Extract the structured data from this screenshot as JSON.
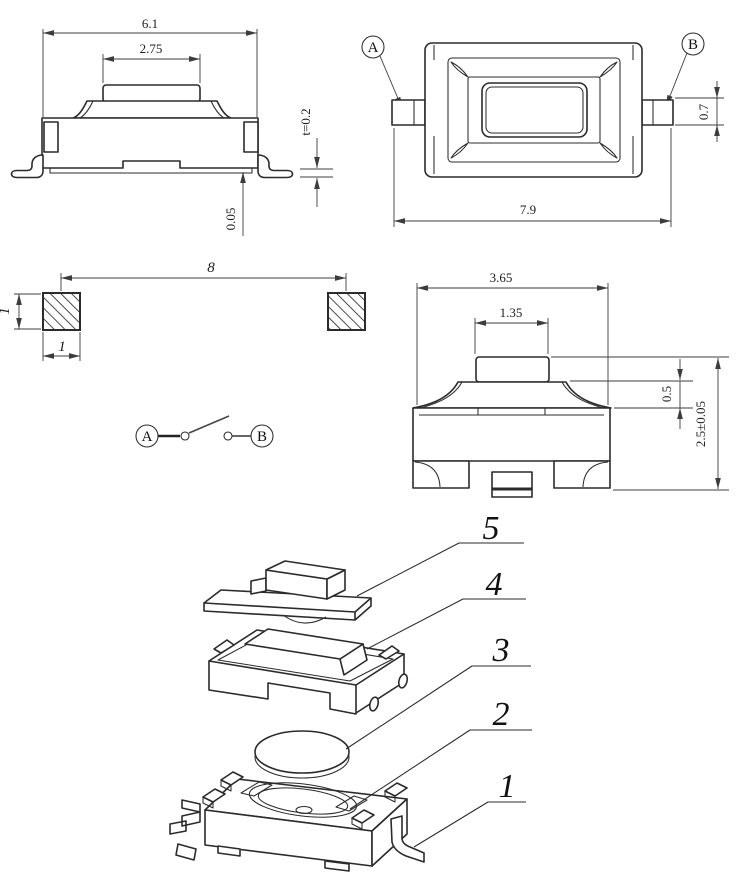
{
  "style": {
    "background": "#ffffff",
    "line_color": "#2b2b2b"
  },
  "side_view": {
    "dim_body_width": "6.1",
    "dim_button_width": "2.75",
    "dim_lead_thickness": "t=0.2",
    "dim_standoff": "0.05"
  },
  "top_view": {
    "terminal_a": "A",
    "terminal_b": "B",
    "dim_overall_length": "7.9",
    "dim_terminal_width": "0.7"
  },
  "land_pattern": {
    "dim_pad_spacing": "8",
    "dim_pad_height": "1",
    "dim_pad_width": "1"
  },
  "schematic": {
    "terminal_a": "A",
    "terminal_b": "B"
  },
  "front_view": {
    "dim_body_width": "3.65",
    "dim_button_width": "1.35",
    "dim_cap_height": "0.5",
    "dim_total_height": "2.5±0.05"
  },
  "exploded_view": {
    "part_labels": [
      "5",
      "4",
      "3",
      "2",
      "1"
    ]
  }
}
